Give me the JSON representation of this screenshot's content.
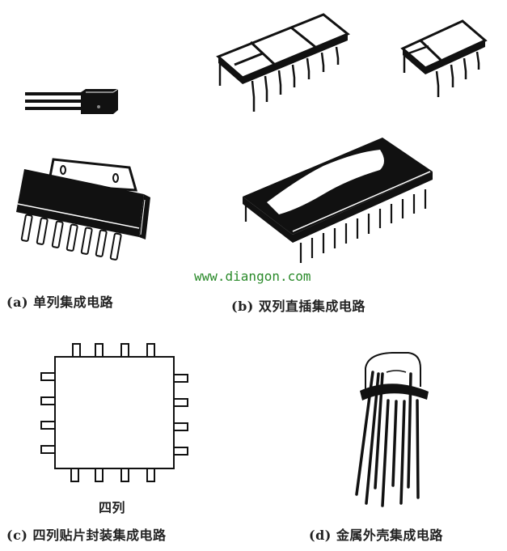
{
  "watermark": "www.diangon.com",
  "panels": [
    {
      "id": "a",
      "caption": "(a) 单列集成电路"
    },
    {
      "id": "b",
      "caption": "(b) 双列直插集成电路"
    },
    {
      "id": "c",
      "caption": "(c) 四列贴片封装集成电路",
      "inner_label": "四列"
    },
    {
      "id": "d",
      "caption": "(d) 金属外壳集成电路"
    }
  ]
}
